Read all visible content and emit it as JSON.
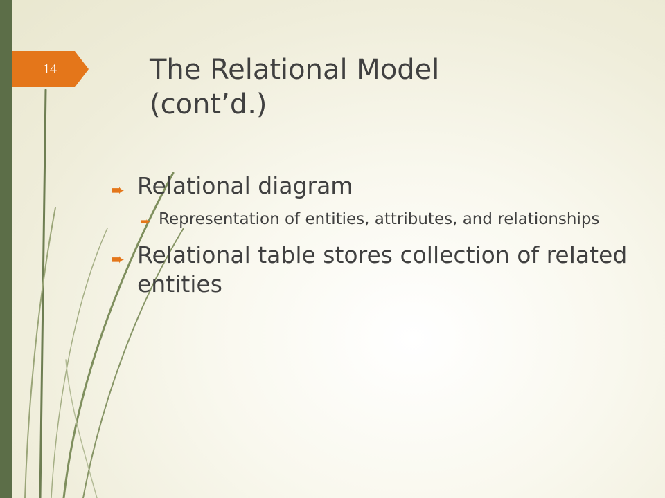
{
  "slide": {
    "number": "14",
    "title_line1": "The Relational Model",
    "title_line2": "(cont’d.)",
    "bullet_marker_icon": "arrow-right-icon",
    "bullets": [
      {
        "level": 1,
        "text": "Relational diagram"
      },
      {
        "level": 2,
        "text": "Representation of entities, attributes, and relationships"
      },
      {
        "level": 1,
        "text": "Relational table stores collection of related entities"
      }
    ]
  },
  "colors": {
    "accent_orange": "#e4761a",
    "sidebar_green": "#5c6e48",
    "text": "#404040",
    "background": "#efedda"
  }
}
